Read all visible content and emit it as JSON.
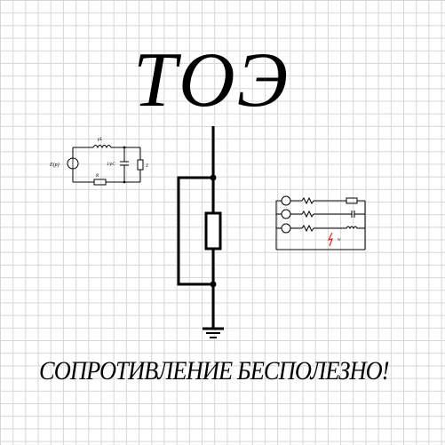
{
  "title": "ТОЭ",
  "slogan": "СОПРОТИВЛЕНИЕ  БЕСПОЛЕЗНО!",
  "left_circuit": {
    "source_label": "E(p)",
    "inductor_label": "pL",
    "capacitor_label": "1/pC",
    "resistor_label": "R",
    "load_label": "Z"
  },
  "right_circuit": {
    "lightning_label": "W"
  },
  "colors": {
    "line": "#000000",
    "grid": "#d6d6d6",
    "lightning": "#e02020"
  }
}
